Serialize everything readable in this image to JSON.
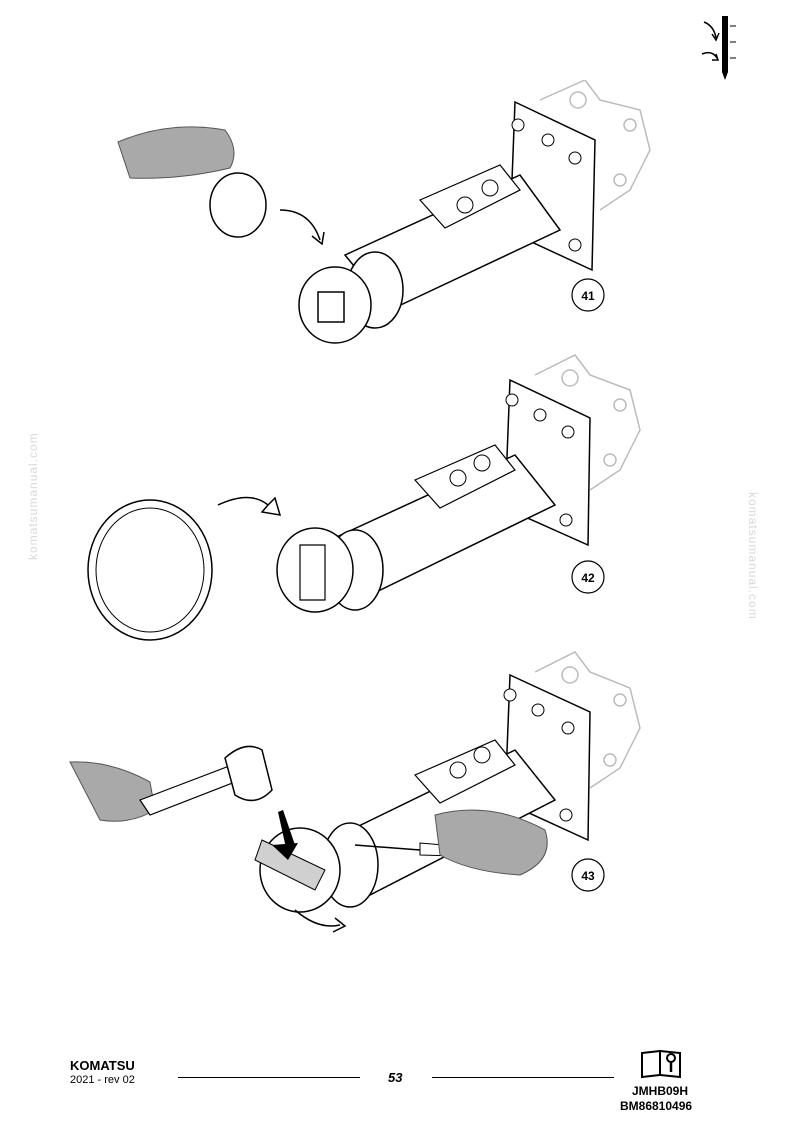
{
  "watermark": "komatsumanual.com",
  "figures": [
    {
      "number": "41"
    },
    {
      "number": "42"
    },
    {
      "number": "43"
    }
  ],
  "footer": {
    "brand": "KOMATSU",
    "date": "2021 -   rev 02",
    "page_number": "53",
    "doc_code_1": "JMHB09H",
    "doc_code_2": "BM86810496"
  },
  "icons": [
    "hammer-section-icon",
    "manual-book-icon"
  ]
}
